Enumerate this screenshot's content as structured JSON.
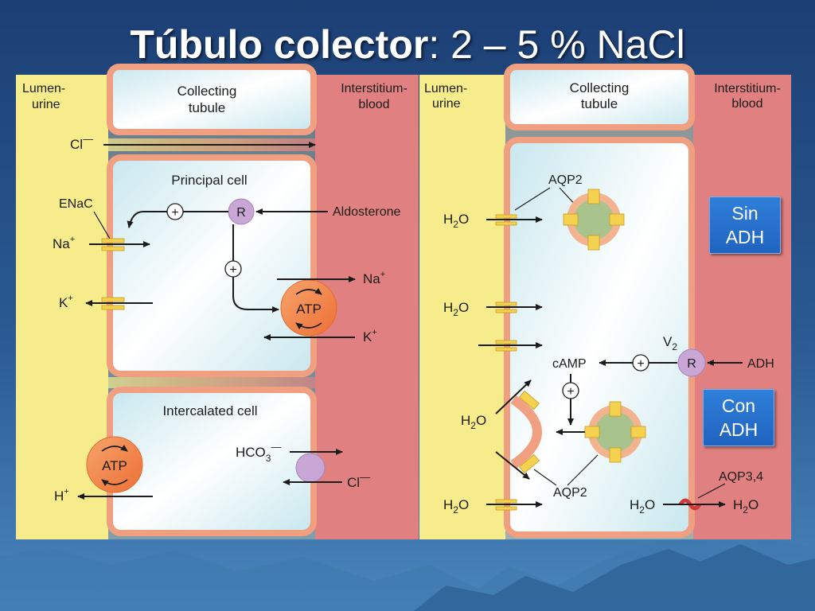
{
  "title": {
    "bold": "Túbulo colector",
    "rest": ": 2 – 5 % NaCl"
  },
  "left_panel": {
    "lumen_label": [
      "Lumen-",
      "urine"
    ],
    "tubule_label": [
      "Collecting",
      "tubule"
    ],
    "interstitium_label": [
      "Interstitium-",
      "blood"
    ],
    "cl_top": "Cl",
    "principal_cell_label": "Principal cell",
    "enac_label": "ENaC",
    "na_lumen": "Na",
    "k_lumen": "K",
    "plus_sign": "+",
    "receptor": "R",
    "aldosterone": "Aldosterone",
    "atp": "ATP",
    "na_blood": "Na",
    "k_blood": "K",
    "intercalated_cell_label": "Intercalated cell",
    "h_label": "H",
    "hco3_label": "HCO",
    "cl_blood": "Cl"
  },
  "right_panel": {
    "lumen_label": [
      "Lumen-",
      "urine"
    ],
    "tubule_label": [
      "Collecting",
      "tubule"
    ],
    "interstitium_label": [
      "Interstitium-",
      "blood"
    ],
    "aqp2_top": "AQP2",
    "aqp2_bottom": "AQP2",
    "aqp34": "AQP3,4",
    "h2o": "H",
    "h2o_2": "2",
    "h2o_o": "O",
    "camp": "cAMP",
    "v2": "V",
    "v2_sub": "2",
    "receptor": "R",
    "adh": "ADH",
    "plus_sign": "+"
  },
  "buttons": {
    "sin_adh": [
      "Sin",
      "ADH"
    ],
    "con_adh": [
      "Con",
      "ADH"
    ]
  },
  "colors": {
    "lumen_yellow": "#f7ec8c",
    "interstitium_red": "#e08080",
    "cell_fill": "#d6eef3",
    "cell_border": "#f0a080",
    "atp_orange": "#f2874a",
    "receptor_purple": "#c8a6d6",
    "channel_yellow": "#f4d14e",
    "vesicle_green": "#a8c38c"
  }
}
